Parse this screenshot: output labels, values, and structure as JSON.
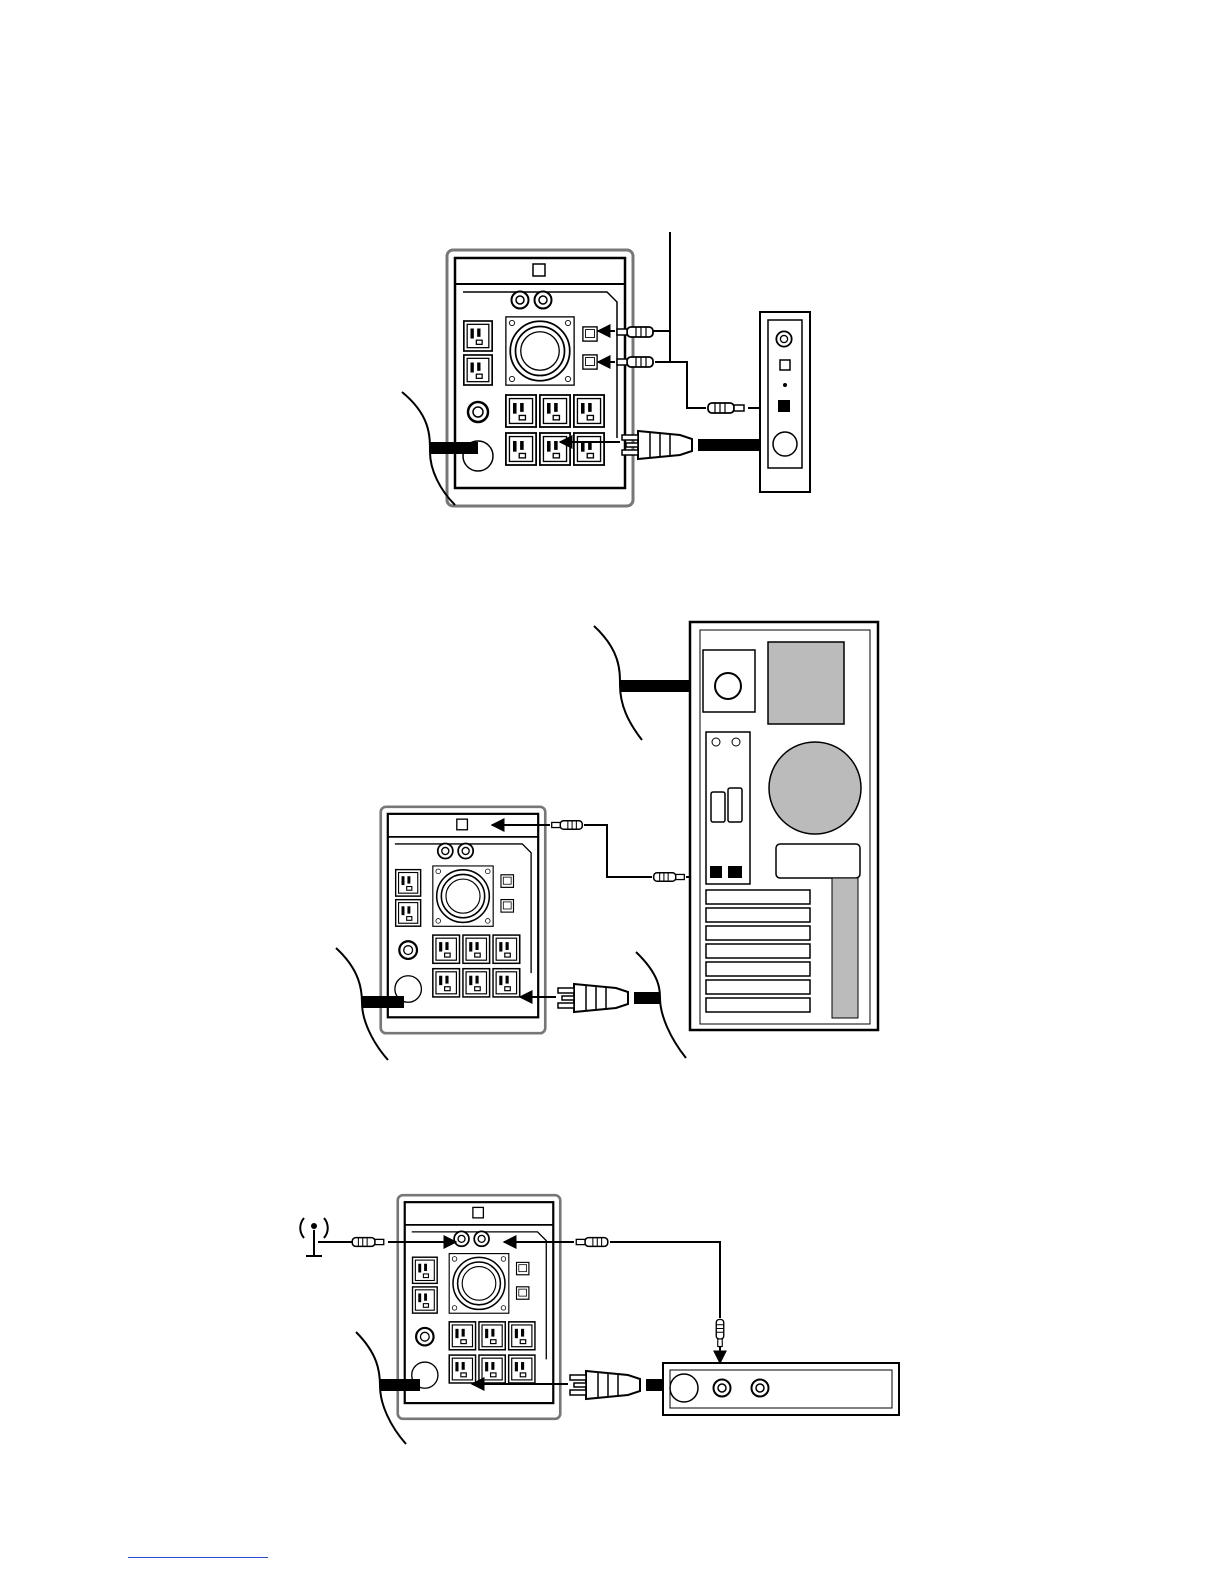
{
  "page": {
    "description_label": "",
    "colors": {
      "line": "#000000",
      "background": "#ffffff",
      "footer_rule": "#2b4bd6"
    }
  },
  "figures": [
    {
      "id": "fig1",
      "subject": "ups-to-modem-connection",
      "icons": [
        "ups-rear-panel",
        "telephone-line",
        "network-cable",
        "modem",
        "power-plug",
        "wall-power-cord"
      ]
    },
    {
      "id": "fig2",
      "subject": "ups-to-computer-connection",
      "icons": [
        "ups-rear-panel",
        "usb-cable",
        "computer-tower-rear",
        "power-plug",
        "wall-power-cord"
      ]
    },
    {
      "id": "fig3",
      "subject": "ups-coax-connection",
      "icons": [
        "antenna-icon",
        "coax-cable",
        "ups-rear-panel",
        "tv-device",
        "power-plug",
        "wall-power-cord"
      ]
    }
  ]
}
